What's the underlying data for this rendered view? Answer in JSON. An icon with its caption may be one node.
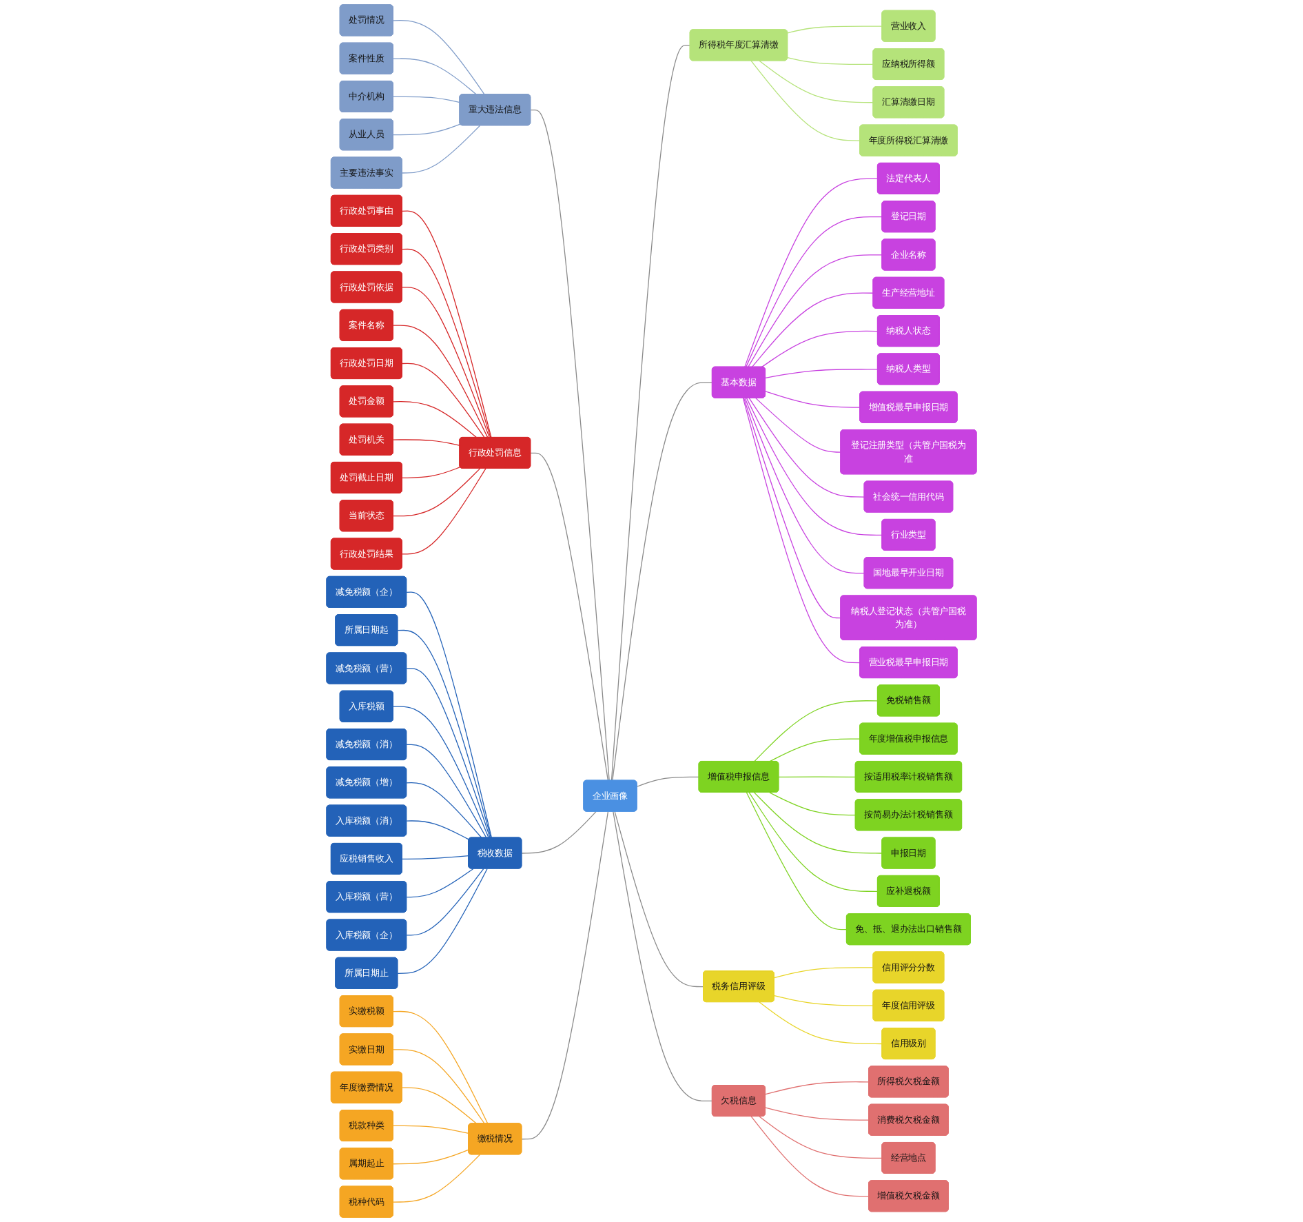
{
  "diagram": {
    "nodes": [
      {
        "text": [
          "企业画像"
        ]
      },
      {
        "text": [
          "重大违法信息"
        ]
      },
      {
        "text": [
          "处罚情况"
        ]
      },
      {
        "text": [
          "案件性质"
        ]
      },
      {
        "text": [
          "中介机构"
        ]
      },
      {
        "text": [
          "从业人员"
        ]
      },
      {
        "text": [
          "主要违法事实"
        ]
      },
      {
        "text": [
          "所得税年度汇算清缴"
        ]
      },
      {
        "text": [
          "营业收入"
        ]
      },
      {
        "text": [
          "应纳税所得额"
        ]
      },
      {
        "text": [
          "汇算清缴日期"
        ]
      },
      {
        "text": [
          "年度所得税汇算清缴"
        ]
      },
      {
        "text": [
          "行政处罚信息"
        ]
      },
      {
        "text": [
          "行政处罚事由"
        ]
      },
      {
        "text": [
          "行政处罚类别"
        ]
      },
      {
        "text": [
          "行政处罚依据"
        ]
      },
      {
        "text": [
          "案件名称"
        ]
      },
      {
        "text": [
          "行政处罚日期"
        ]
      },
      {
        "text": [
          "处罚金额"
        ]
      },
      {
        "text": [
          "处罚机关"
        ]
      },
      {
        "text": [
          "处罚截止日期"
        ]
      },
      {
        "text": [
          "当前状态"
        ]
      },
      {
        "text": [
          "行政处罚结果"
        ]
      },
      {
        "text": [
          "税收数据"
        ]
      },
      {
        "text": [
          "减免税额（企）"
        ]
      },
      {
        "text": [
          "所属日期起"
        ]
      },
      {
        "text": [
          "减免税额（营）"
        ]
      },
      {
        "text": [
          "入库税额"
        ]
      },
      {
        "text": [
          "减免税额（消）"
        ]
      },
      {
        "text": [
          "减免税额（增）"
        ]
      },
      {
        "text": [
          "入库税额（消）"
        ]
      },
      {
        "text": [
          "应税销售收入"
        ]
      },
      {
        "text": [
          "入库税额（营）"
        ]
      },
      {
        "text": [
          "入库税额（企）"
        ]
      },
      {
        "text": [
          "所属日期止"
        ]
      },
      {
        "text": [
          "基本数据"
        ]
      },
      {
        "text": [
          "法定代表人"
        ]
      },
      {
        "text": [
          "登记日期"
        ]
      },
      {
        "text": [
          "企业名称"
        ]
      },
      {
        "text": [
          "生产经营地址"
        ]
      },
      {
        "text": [
          "纳税人状态"
        ]
      },
      {
        "text": [
          "纳税人类型"
        ]
      },
      {
        "text": [
          "增值税最早申报日期"
        ]
      },
      {
        "text": [
          "登记注册类型（共管户国税为准"
        ]
      },
      {
        "text": [
          "社会统一信用代码"
        ]
      },
      {
        "text": [
          "行业类型"
        ]
      },
      {
        "text": [
          "国地最早开业日期"
        ]
      },
      {
        "text": [
          "纳税人登记状态（共管户国税为准）"
        ]
      },
      {
        "text": [
          "营业税最早申报日期"
        ]
      },
      {
        "text": [
          "缴税情况"
        ]
      },
      {
        "text": [
          "实缴税额"
        ]
      },
      {
        "text": [
          "实缴日期"
        ]
      },
      {
        "text": [
          "年度缴费情况"
        ]
      },
      {
        "text": [
          "税款种类"
        ]
      },
      {
        "text": [
          "属期起止"
        ]
      },
      {
        "text": [
          "税种代码"
        ]
      },
      {
        "text": [
          "增值税申报信息"
        ]
      },
      {
        "text": [
          "免税销售额"
        ]
      },
      {
        "text": [
          "年度增值税申报信息"
        ]
      },
      {
        "text": [
          "按适用税率计税销售额"
        ]
      },
      {
        "text": [
          "按简易办法计税销售额"
        ]
      },
      {
        "text": [
          "申报日期"
        ]
      },
      {
        "text": [
          "应补退税额"
        ]
      },
      {
        "text": [
          "免、抵、退办法出口销售额"
        ]
      },
      {
        "text": [
          "税务信用评级"
        ]
      },
      {
        "text": [
          "信用评分分数"
        ]
      },
      {
        "text": [
          "年度信用评级"
        ]
      },
      {
        "text": [
          "信用级别"
        ]
      },
      {
        "text": [
          "欠税信息"
        ]
      },
      {
        "text": [
          "所得税欠税金额"
        ]
      },
      {
        "text": [
          "消费税欠税金额"
        ]
      },
      {
        "text": [
          "经营地点"
        ]
      },
      {
        "text": [
          "增值税欠税金额"
        ]
      }
    ],
    "edges": [
      {
        "from": 1,
        "to": 0,
        "arrow": "none",
        "color": "#8a8a8a"
      },
      {
        "from": 2,
        "to": 1,
        "arrow": "none",
        "color": "#7f9cc9"
      },
      {
        "from": 3,
        "to": 1,
        "arrow": "none",
        "color": "#7f9cc9"
      },
      {
        "from": 4,
        "to": 1,
        "arrow": "none",
        "color": "#7f9cc9"
      },
      {
        "from": 5,
        "to": 1,
        "arrow": "none",
        "color": "#7f9cc9"
      },
      {
        "from": 6,
        "to": 1,
        "arrow": "none",
        "color": "#7f9cc9"
      },
      {
        "from": 12,
        "to": 0,
        "arrow": "none",
        "color": "#8a8a8a"
      },
      {
        "from": 13,
        "to": 12,
        "arrow": "none",
        "color": "#d62728"
      },
      {
        "from": 14,
        "to": 12,
        "arrow": "none",
        "color": "#d62728"
      },
      {
        "from": 15,
        "to": 12,
        "arrow": "none",
        "color": "#d62728"
      },
      {
        "from": 16,
        "to": 12,
        "arrow": "none",
        "color": "#d62728"
      },
      {
        "from": 17,
        "to": 12,
        "arrow": "none",
        "color": "#d62728"
      },
      {
        "from": 18,
        "to": 12,
        "arrow": "none",
        "color": "#d62728"
      },
      {
        "from": 19,
        "to": 12,
        "arrow": "none",
        "color": "#d62728"
      },
      {
        "from": 20,
        "to": 12,
        "arrow": "none",
        "color": "#d62728"
      },
      {
        "from": 21,
        "to": 12,
        "arrow": "none",
        "color": "#d62728"
      },
      {
        "from": 22,
        "to": 12,
        "arrow": "none",
        "color": "#d62728"
      },
      {
        "from": 23,
        "to": 0,
        "arrow": "none",
        "color": "#8a8a8a"
      },
      {
        "from": 24,
        "to": 23,
        "arrow": "none",
        "color": "#2362b8"
      },
      {
        "from": 25,
        "to": 23,
        "arrow": "none",
        "color": "#2362b8"
      },
      {
        "from": 26,
        "to": 23,
        "arrow": "none",
        "color": "#2362b8"
      },
      {
        "from": 27,
        "to": 23,
        "arrow": "none",
        "color": "#2362b8"
      },
      {
        "from": 28,
        "to": 23,
        "arrow": "none",
        "color": "#2362b8"
      },
      {
        "from": 29,
        "to": 23,
        "arrow": "none",
        "color": "#2362b8"
      },
      {
        "from": 30,
        "to": 23,
        "arrow": "none",
        "color": "#2362b8"
      },
      {
        "from": 31,
        "to": 23,
        "arrow": "none",
        "color": "#2362b8"
      },
      {
        "from": 32,
        "to": 23,
        "arrow": "none",
        "color": "#2362b8"
      },
      {
        "from": 33,
        "to": 23,
        "arrow": "none",
        "color": "#2362b8"
      },
      {
        "from": 34,
        "to": 23,
        "arrow": "none",
        "color": "#2362b8"
      },
      {
        "from": 49,
        "to": 0,
        "arrow": "none",
        "color": "#8a8a8a"
      },
      {
        "from": 50,
        "to": 49,
        "arrow": "none",
        "color": "#f5a623"
      },
      {
        "from": 51,
        "to": 49,
        "arrow": "none",
        "color": "#f5a623"
      },
      {
        "from": 52,
        "to": 49,
        "arrow": "none",
        "color": "#f5a623"
      },
      {
        "from": 53,
        "to": 49,
        "arrow": "none",
        "color": "#f5a623"
      },
      {
        "from": 54,
        "to": 49,
        "arrow": "none",
        "color": "#f5a623"
      },
      {
        "from": 55,
        "to": 49,
        "arrow": "none",
        "color": "#f5a623"
      },
      {
        "from": 0,
        "to": 7,
        "arrow": "none",
        "color": "#8a8a8a"
      },
      {
        "from": 7,
        "to": 8,
        "arrow": "none",
        "color": "#b5e37a"
      },
      {
        "from": 7,
        "to": 9,
        "arrow": "none",
        "color": "#b5e37a"
      },
      {
        "from": 7,
        "to": 10,
        "arrow": "none",
        "color": "#b5e37a"
      },
      {
        "from": 7,
        "to": 11,
        "arrow": "none",
        "color": "#b5e37a"
      },
      {
        "from": 0,
        "to": 35,
        "arrow": "none",
        "color": "#8a8a8a"
      },
      {
        "from": 35,
        "to": 36,
        "arrow": "none",
        "color": "#c842e0"
      },
      {
        "from": 35,
        "to": 37,
        "arrow": "none",
        "color": "#c842e0"
      },
      {
        "from": 35,
        "to": 38,
        "arrow": "none",
        "color": "#c842e0"
      },
      {
        "from": 35,
        "to": 39,
        "arrow": "none",
        "color": "#c842e0"
      },
      {
        "from": 35,
        "to": 40,
        "arrow": "none",
        "color": "#c842e0"
      },
      {
        "from": 35,
        "to": 41,
        "arrow": "none",
        "color": "#c842e0"
      },
      {
        "from": 35,
        "to": 42,
        "arrow": "none",
        "color": "#c842e0"
      },
      {
        "from": 35,
        "to": 43,
        "arrow": "none",
        "color": "#c842e0"
      },
      {
        "from": 35,
        "to": 44,
        "arrow": "none",
        "color": "#c842e0"
      },
      {
        "from": 35,
        "to": 45,
        "arrow": "none",
        "color": "#c842e0"
      },
      {
        "from": 35,
        "to": 46,
        "arrow": "none",
        "color": "#c842e0"
      },
      {
        "from": 35,
        "to": 47,
        "arrow": "none",
        "color": "#c842e0"
      },
      {
        "from": 35,
        "to": 48,
        "arrow": "none",
        "color": "#c842e0"
      },
      {
        "from": 0,
        "to": 56,
        "arrow": "none",
        "color": "#8a8a8a"
      },
      {
        "from": 56,
        "to": 57,
        "arrow": "none",
        "color": "#7ed321"
      },
      {
        "from": 56,
        "to": 58,
        "arrow": "none",
        "color": "#7ed321"
      },
      {
        "from": 56,
        "to": 59,
        "arrow": "none",
        "color": "#7ed321"
      },
      {
        "from": 56,
        "to": 60,
        "arrow": "none",
        "color": "#7ed321"
      },
      {
        "from": 56,
        "to": 61,
        "arrow": "none",
        "color": "#7ed321"
      },
      {
        "from": 56,
        "to": 62,
        "arrow": "none",
        "color": "#7ed321"
      },
      {
        "from": 56,
        "to": 63,
        "arrow": "none",
        "color": "#7ed321"
      },
      {
        "from": 0,
        "to": 64,
        "arrow": "none",
        "color": "#8a8a8a"
      },
      {
        "from": 64,
        "to": 65,
        "arrow": "none",
        "color": "#e8d52a"
      },
      {
        "from": 64,
        "to": 66,
        "arrow": "none",
        "color": "#e8d52a"
      },
      {
        "from": 64,
        "to": 67,
        "arrow": "none",
        "color": "#e8d52a"
      },
      {
        "from": 0,
        "to": 68,
        "arrow": "none",
        "color": "#8a8a8a"
      },
      {
        "from": 68,
        "to": 69,
        "arrow": "none",
        "color": "#e07070"
      },
      {
        "from": 68,
        "to": 70,
        "arrow": "none",
        "color": "#e07070"
      },
      {
        "from": 68,
        "to": 71,
        "arrow": "none",
        "color": "#e07070"
      },
      {
        "from": 68,
        "to": 72,
        "arrow": "none",
        "color": "#e07070"
      }
    ]
  }
}
